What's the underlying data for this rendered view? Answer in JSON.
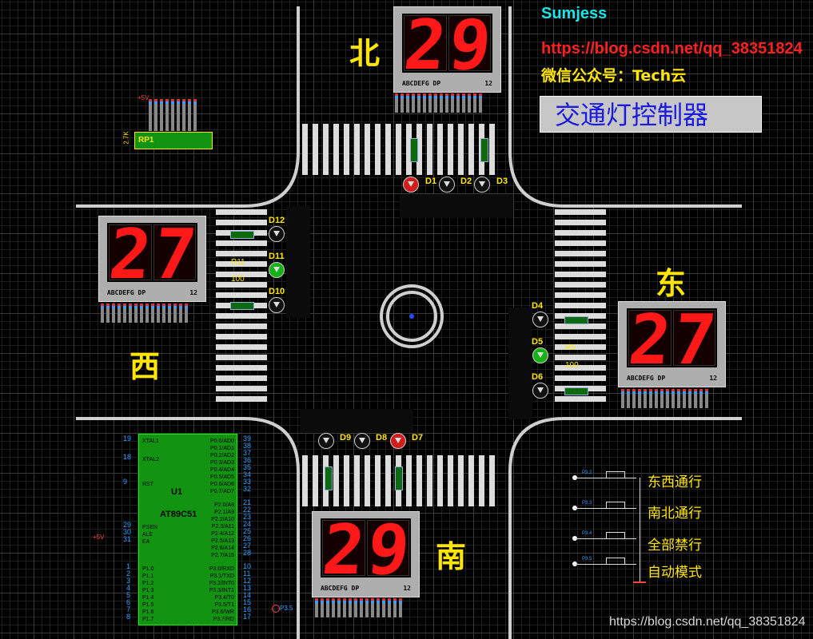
{
  "header": {
    "author": "Sumjess",
    "blog_url": "https://blog.csdn.net/qq_38351824",
    "wechat": "微信公众号：Tech云",
    "title": "交通灯控制器",
    "watermark": "https://blog.csdn.net/qq_38351824"
  },
  "directions": {
    "north": "北",
    "south": "南",
    "west": "西",
    "east": "东"
  },
  "displays": {
    "north": {
      "tens": "2",
      "ones": "9",
      "pins": "ABCDEFG DP",
      "num": "12"
    },
    "south": {
      "tens": "2",
      "ones": "9",
      "pins": "ABCDEFG DP",
      "num": "12"
    },
    "west": {
      "tens": "2",
      "ones": "7",
      "pins": "ABCDEFG DP",
      "num": "12"
    },
    "east": {
      "tens": "2",
      "ones": "7",
      "pins": "ABCDEFG DP",
      "num": "12"
    }
  },
  "leds": {
    "north": [
      {
        "label": "D1",
        "state": "red"
      },
      {
        "label": "D2",
        "state": "off"
      },
      {
        "label": "D3",
        "state": "off"
      }
    ],
    "south": [
      {
        "label": "D9",
        "state": "off"
      },
      {
        "label": "D8",
        "state": "off"
      },
      {
        "label": "D7",
        "state": "red"
      }
    ],
    "west": [
      {
        "label": "D12",
        "state": "off"
      },
      {
        "label": "D11",
        "state": "green"
      },
      {
        "label": "D10",
        "state": "off"
      }
    ],
    "east": [
      {
        "label": "D4",
        "state": "off"
      },
      {
        "label": "D5",
        "state": "green"
      },
      {
        "label": "D6",
        "state": "off"
      }
    ]
  },
  "resistors": {
    "west_label": "R11",
    "west_value": "100",
    "east_label": "R5",
    "east_value": "100"
  },
  "resistor_pack": {
    "label": "RP1",
    "value": "2.7K",
    "supply": "+5V"
  },
  "mcu": {
    "ref": "U1",
    "part": "AT89C51",
    "left_pins": [
      "XTAL1",
      "XTAL2",
      "RST",
      "PSEN",
      "ALE",
      "EA",
      "P1.0",
      "P1.1",
      "P1.2",
      "P1.3",
      "P1.4",
      "P1.5",
      "P1.6",
      "P1.7"
    ],
    "left_nums": [
      "19",
      "18",
      "9",
      "29",
      "30",
      "31",
      "1",
      "2",
      "3",
      "4",
      "5",
      "6",
      "7",
      "8"
    ],
    "right_pins": [
      "P0.0/AD0",
      "P0.1/AD1",
      "P0.2/AD2",
      "P0.3/AD3",
      "P0.4/AD4",
      "P0.5/AD5",
      "P0.6/AD6",
      "P0.7/AD7",
      "P2.0/A8",
      "P2.1/A9",
      "P2.2/A10",
      "P2.3/A11",
      "P2.4/A12",
      "P2.5/A13",
      "P2.6/A14",
      "P2.7/A15",
      "P3.0/RXD",
      "P3.1/TXD",
      "P3.2/INT0",
      "P3.3/INT1",
      "P3.4/T0",
      "P3.5/T1",
      "P3.6/WR",
      "P3.7/RD"
    ],
    "right_nums": [
      "39",
      "38",
      "37",
      "36",
      "35",
      "34",
      "33",
      "32",
      "21",
      "22",
      "23",
      "24",
      "25",
      "26",
      "27",
      "28",
      "10",
      "11",
      "12",
      "13",
      "14",
      "15",
      "16",
      "17"
    ],
    "supply": "+5V",
    "p35": "P3.5"
  },
  "buttons": [
    {
      "label": "东西通行",
      "pin": "P3.2"
    },
    {
      "label": "南北通行",
      "pin": "P3.3"
    },
    {
      "label": "全部禁行",
      "pin": "P3.4"
    },
    {
      "label": "自动模式",
      "pin": "P3.5"
    }
  ]
}
